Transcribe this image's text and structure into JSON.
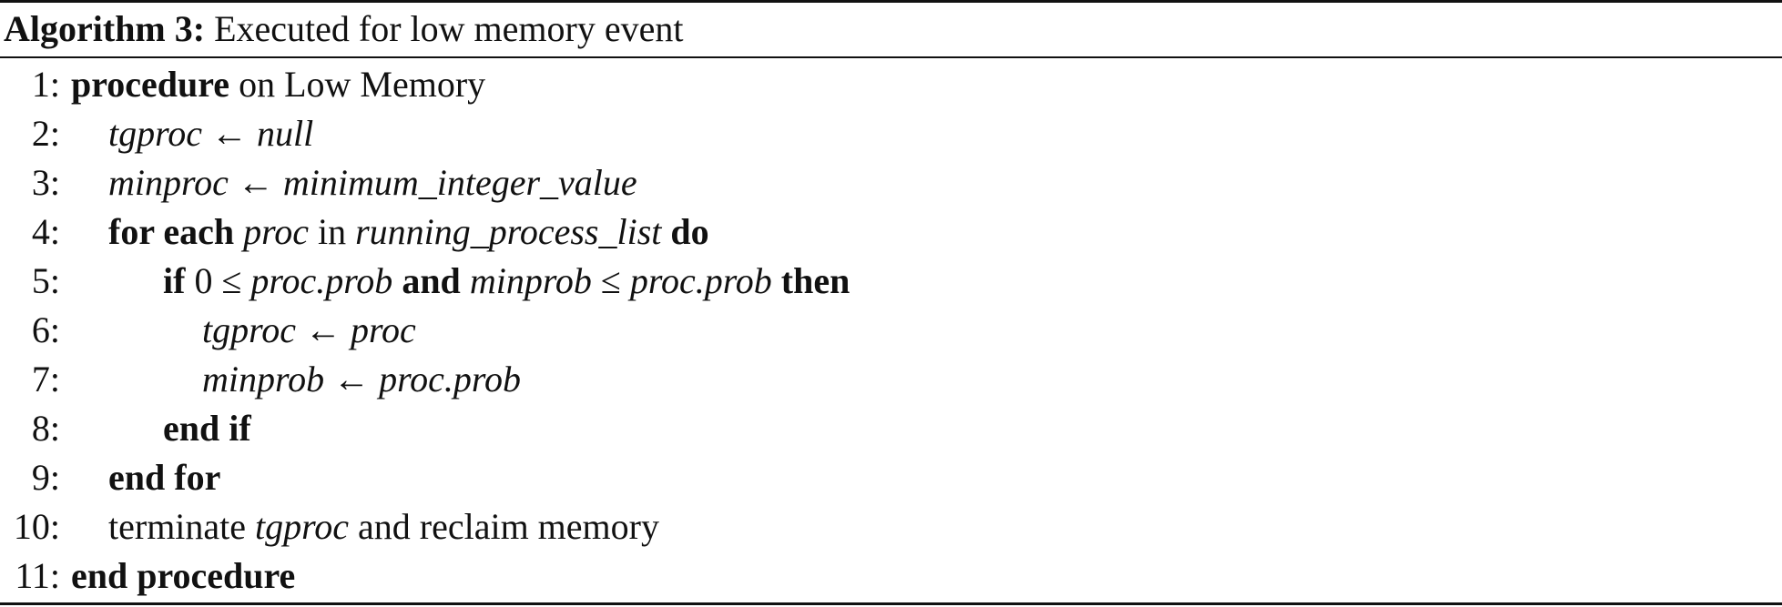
{
  "caption": {
    "label": "Algorithm 3:",
    "title": "Executed for low memory event"
  },
  "lines": [
    {
      "num": "1:",
      "indent": 0,
      "parts": [
        {
          "t": "procedure",
          "s": "kw"
        },
        {
          "t": " on Low Memory",
          "s": ""
        }
      ]
    },
    {
      "num": "2:",
      "indent": 1,
      "parts": [
        {
          "t": "tgproc",
          "s": "it"
        },
        {
          "t": " ← ",
          "s": ""
        },
        {
          "t": "null",
          "s": "it"
        }
      ]
    },
    {
      "num": "3:",
      "indent": 1,
      "parts": [
        {
          "t": "minproc",
          "s": "it"
        },
        {
          "t": " ← ",
          "s": ""
        },
        {
          "t": "minimum_integer_value",
          "s": "it"
        }
      ]
    },
    {
      "num": "4:",
      "indent": 1,
      "parts": [
        {
          "t": "for each",
          "s": "kw"
        },
        {
          "t": " ",
          "s": ""
        },
        {
          "t": "proc",
          "s": "it"
        },
        {
          "t": " in ",
          "s": ""
        },
        {
          "t": "running_process_list",
          "s": "it"
        },
        {
          "t": " ",
          "s": ""
        },
        {
          "t": "do",
          "s": "kw"
        }
      ]
    },
    {
      "num": "5:",
      "indent": 2,
      "parts": [
        {
          "t": "if",
          "s": "kw"
        },
        {
          "t": " 0 ≤ ",
          "s": ""
        },
        {
          "t": "proc.prob",
          "s": "it"
        },
        {
          "t": " ",
          "s": ""
        },
        {
          "t": "and",
          "s": "kw"
        },
        {
          "t": " ",
          "s": ""
        },
        {
          "t": "minprob",
          "s": "it"
        },
        {
          "t": " ≤ ",
          "s": ""
        },
        {
          "t": "proc.prob",
          "s": "it"
        },
        {
          "t": " ",
          "s": ""
        },
        {
          "t": "then",
          "s": "kw"
        }
      ]
    },
    {
      "num": "6:",
      "indent": 3,
      "parts": [
        {
          "t": "tgproc",
          "s": "it"
        },
        {
          "t": " ← ",
          "s": ""
        },
        {
          "t": "proc",
          "s": "it"
        }
      ]
    },
    {
      "num": "7:",
      "indent": 3,
      "parts": [
        {
          "t": "minprob",
          "s": "it"
        },
        {
          "t": " ← ",
          "s": ""
        },
        {
          "t": "proc.prob",
          "s": "it"
        }
      ]
    },
    {
      "num": "8:",
      "indent": 2,
      "parts": [
        {
          "t": "end if",
          "s": "kw"
        }
      ]
    },
    {
      "num": "9:",
      "indent": 1,
      "parts": [
        {
          "t": "end for",
          "s": "kw"
        }
      ]
    },
    {
      "num": "10:",
      "indent": 1,
      "parts": [
        {
          "t": "terminate ",
          "s": ""
        },
        {
          "t": "tgproc",
          "s": "it"
        },
        {
          "t": " and reclaim memory",
          "s": ""
        }
      ]
    },
    {
      "num": "11:",
      "indent": 0,
      "parts": [
        {
          "t": "end procedure",
          "s": "kw"
        }
      ]
    }
  ]
}
